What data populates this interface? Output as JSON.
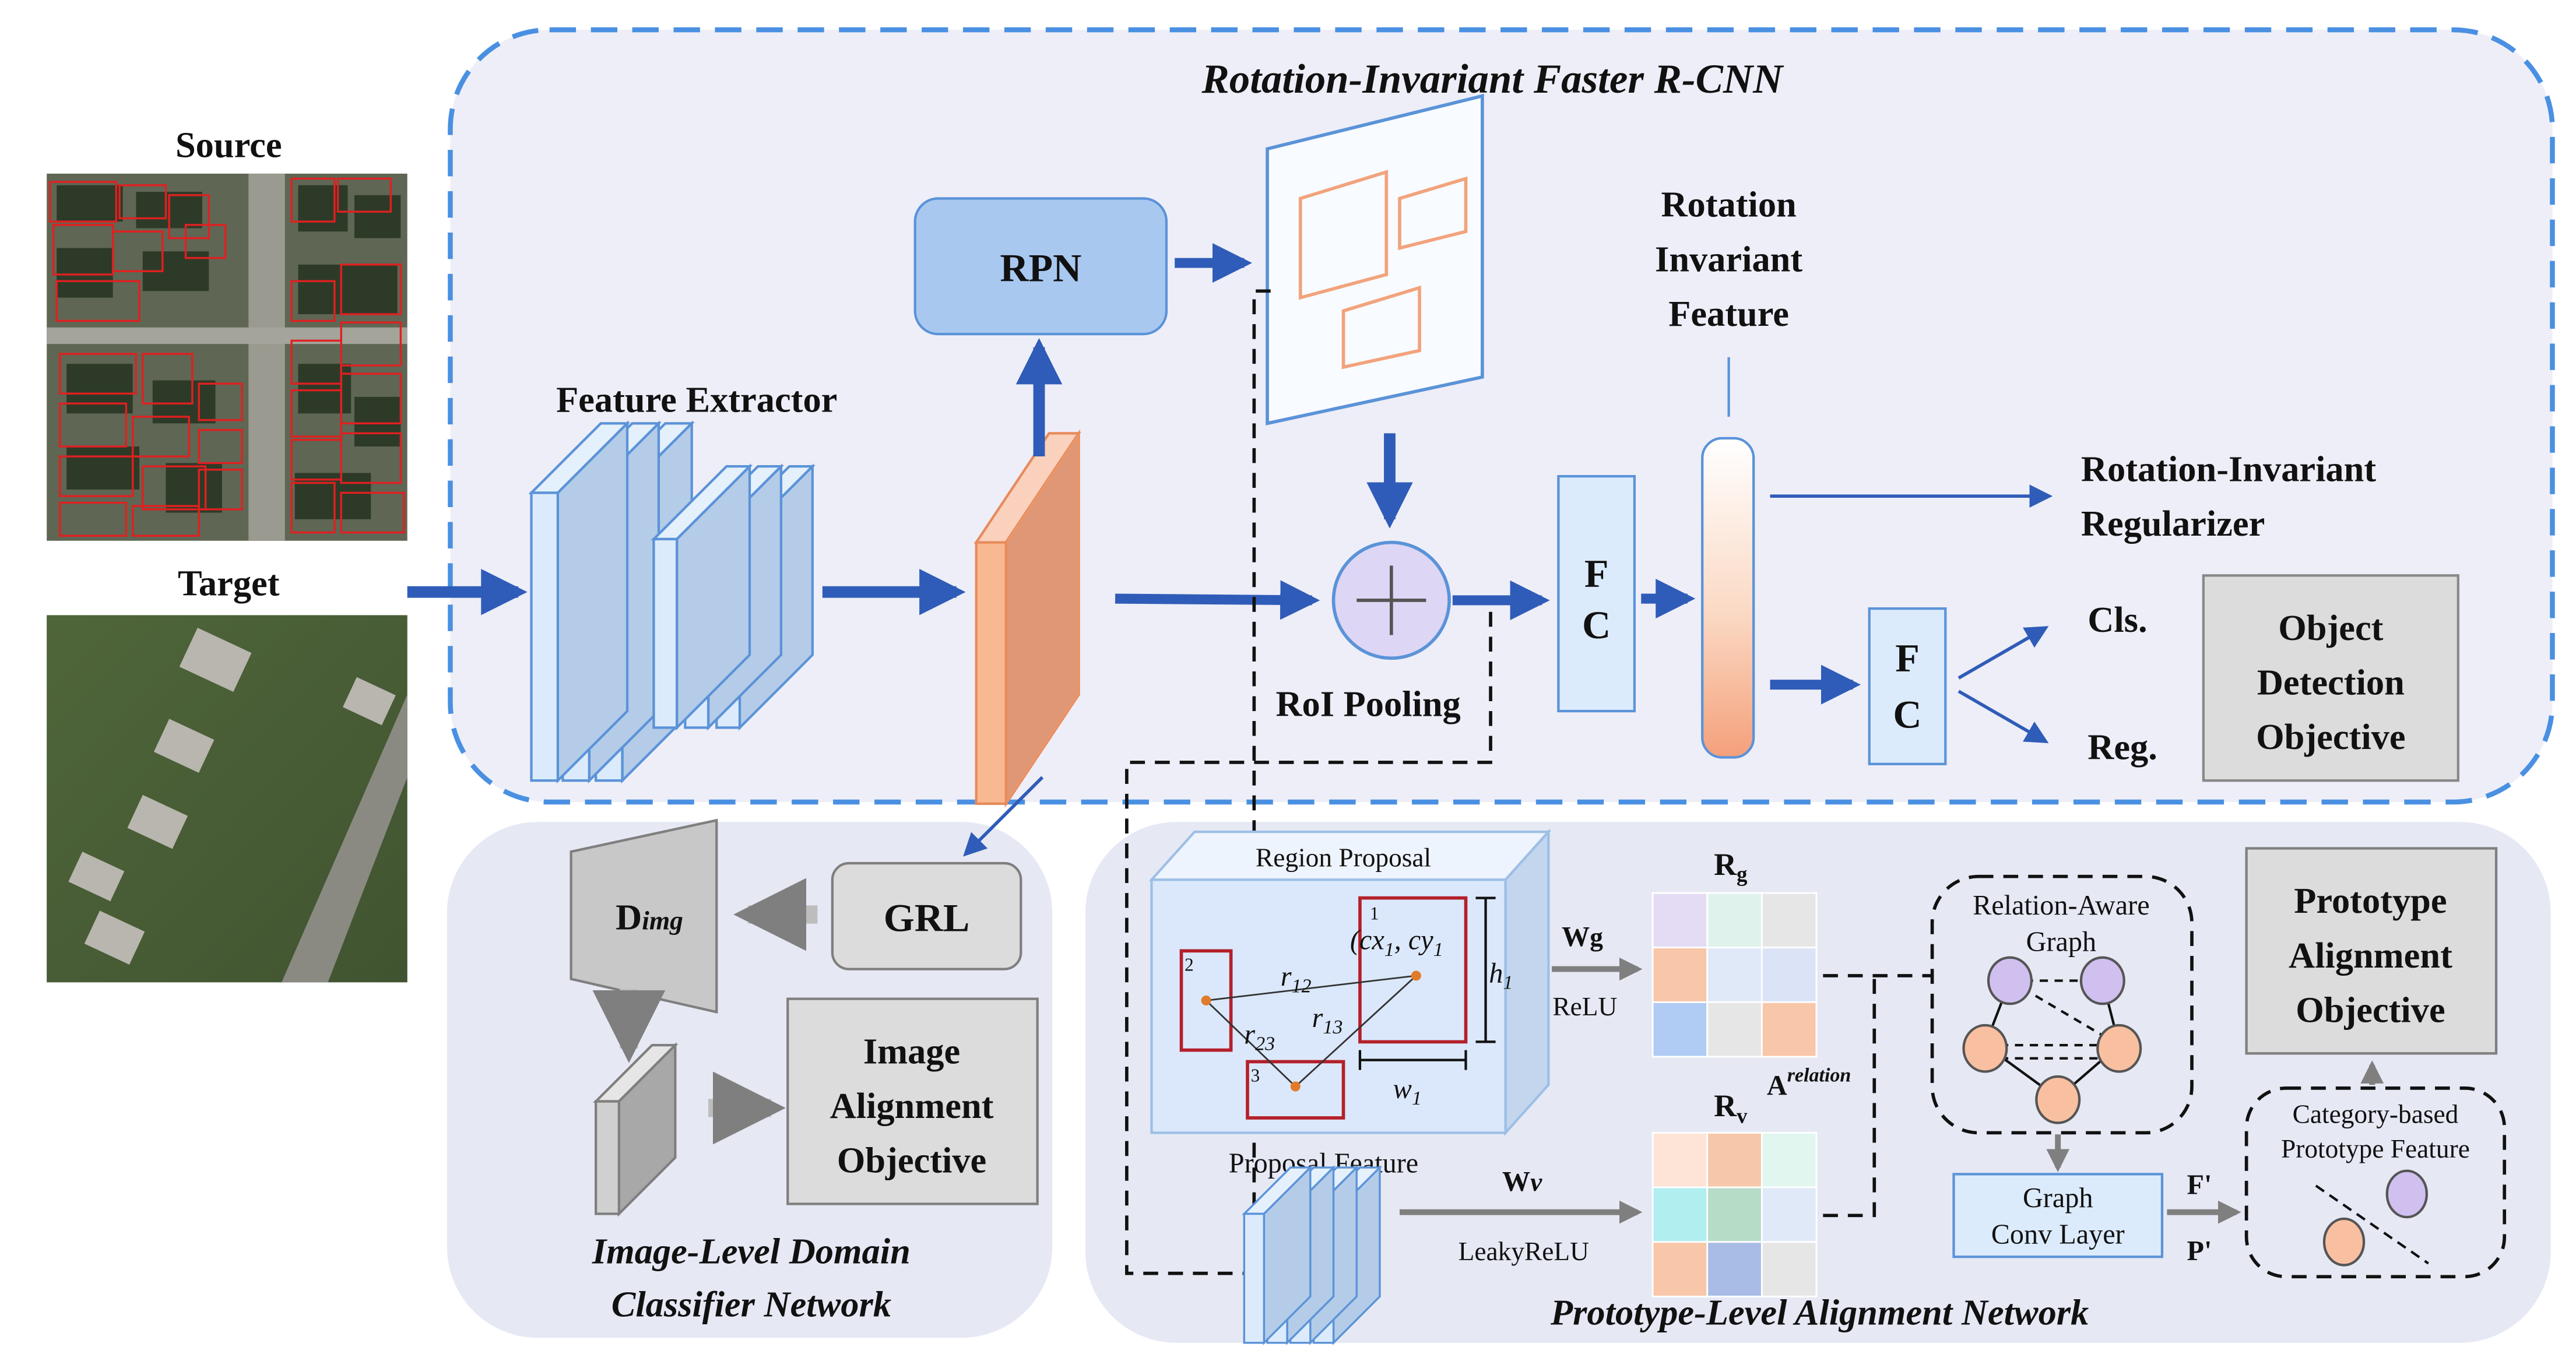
{
  "images": {
    "source_label": "Source",
    "target_label": "Target"
  },
  "faster_rcnn": {
    "title": "Rotation-Invariant Faster R-CNN",
    "feature_extractor": "Feature Extractor",
    "rpn": "RPN",
    "rotation_invariant_feature": [
      "Rotation",
      "Invariant",
      "Feature"
    ],
    "roi_pooling": "RoI Pooling",
    "fc": [
      "F",
      "C"
    ],
    "regularizer": [
      "Rotation-Invariant",
      "Regularizer"
    ],
    "cls": "Cls.",
    "reg": "Reg.",
    "objective": [
      "Object",
      "Detection",
      "Objective"
    ]
  },
  "image_level": {
    "title": [
      "Image-Level Domain",
      "Classifier Network"
    ],
    "grl": "GRL",
    "d_img_main": "D",
    "d_img_sub": "img",
    "objective": [
      "Image",
      "Alignment",
      "Objective"
    ]
  },
  "prototype_level": {
    "title": "Prototype-Level Alignment Network",
    "region_proposal": "Region Proposal",
    "proposal_feature": "Proposal Feature",
    "box_numbers": [
      "1",
      "2",
      "3"
    ],
    "cx": "(cx",
    "cy": ", cy",
    "sub1": "1",
    "h1": "h",
    "w1": "w",
    "r12": "r",
    "r13": "r",
    "r23": "r",
    "s12": "12",
    "s13": "13",
    "s23": "23",
    "wg": "W",
    "wg_sub": "g",
    "relu": "ReLU",
    "wv": "W",
    "wv_sub": "v",
    "leaky_relu": "LeakyReLU",
    "rg": "R",
    "rg_sub": "g",
    "rv": "R",
    "rv_sub": "v",
    "a_relation": "A",
    "a_sup": "relation",
    "relation_graph": [
      "Relation-Aware",
      "Graph"
    ],
    "gcn": [
      "Graph",
      "Conv Layer"
    ],
    "f_prime": "F'",
    "p_prime": "P'",
    "category_proto": [
      "Category-based",
      "Prototype Feature"
    ],
    "objective": [
      "Prototype",
      "Alignment",
      "Objective"
    ]
  },
  "colors": {
    "dashed_border": "#4a90e2",
    "arrow_blue": "#2f5cb8",
    "rpn_fill": "#a9c8f0",
    "top_panel_bg": "#eeeef8",
    "bottom_panel_bg": "#e6e9f4",
    "feature_orange": "#f2a37c",
    "objective_gray": "#dcdcdc",
    "bbox_red": "#d93030",
    "node_purple": "#d0c0f0",
    "node_orange": "#f8c0a0"
  },
  "matrices": {
    "rg_colors": [
      "#e4dcf4",
      "#dff2ec",
      "#e6e6e6",
      "#f8c6a8",
      "#dfe9f8",
      "#dbe3f6",
      "#b0ccf4",
      "#e6e6e6",
      "#f8c6a8"
    ],
    "rv_colors": [
      "#fde4d6",
      "#f6c7aa",
      "#e0f6ef",
      "#b0eef0",
      "#b6dcc8",
      "#dfe9f8",
      "#f8c6a8",
      "#a8bce6",
      "#e6e6e6"
    ]
  }
}
